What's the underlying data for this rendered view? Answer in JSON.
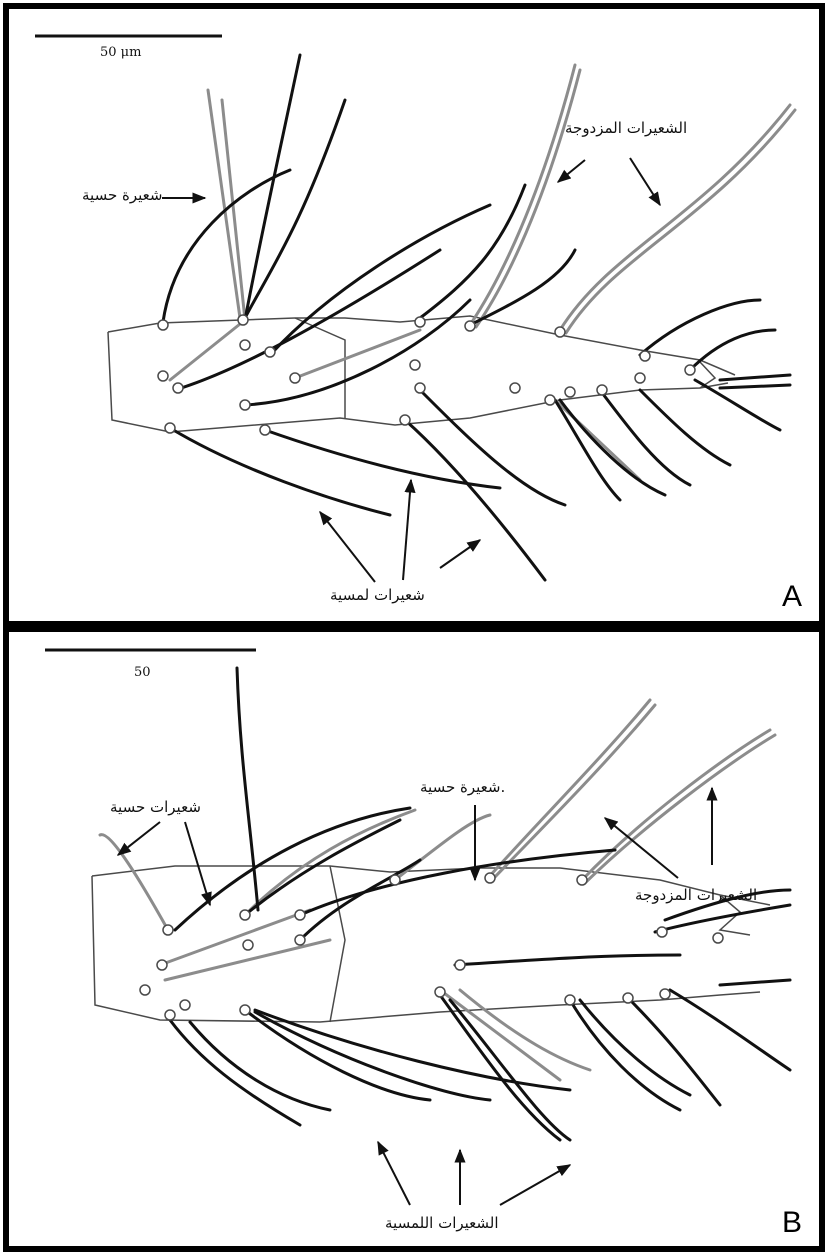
{
  "panels": [
    {
      "letter": "A",
      "scale_bar_label": "50 μm",
      "labels": {
        "sensory_seta": "شعيرة حسية",
        "paired_setae": "الشعيرات المزدوجة",
        "tactile_setae": "شعيرات لمسية"
      }
    },
    {
      "letter": "B",
      "scale_bar_label": "50",
      "labels": {
        "sensory_setae": "شعيرات حسية",
        "sensory_seta": "شعيرة حسية.",
        "paired_setae": "الشعيرات المزدوجة",
        "tactile_setae": "الشعيرات اللمسية"
      }
    }
  ],
  "colors": {
    "frame": "#000000",
    "outline": "#4a4a4a",
    "dark_seta": "#111111",
    "pale_seta": "#8c8c8c"
  }
}
